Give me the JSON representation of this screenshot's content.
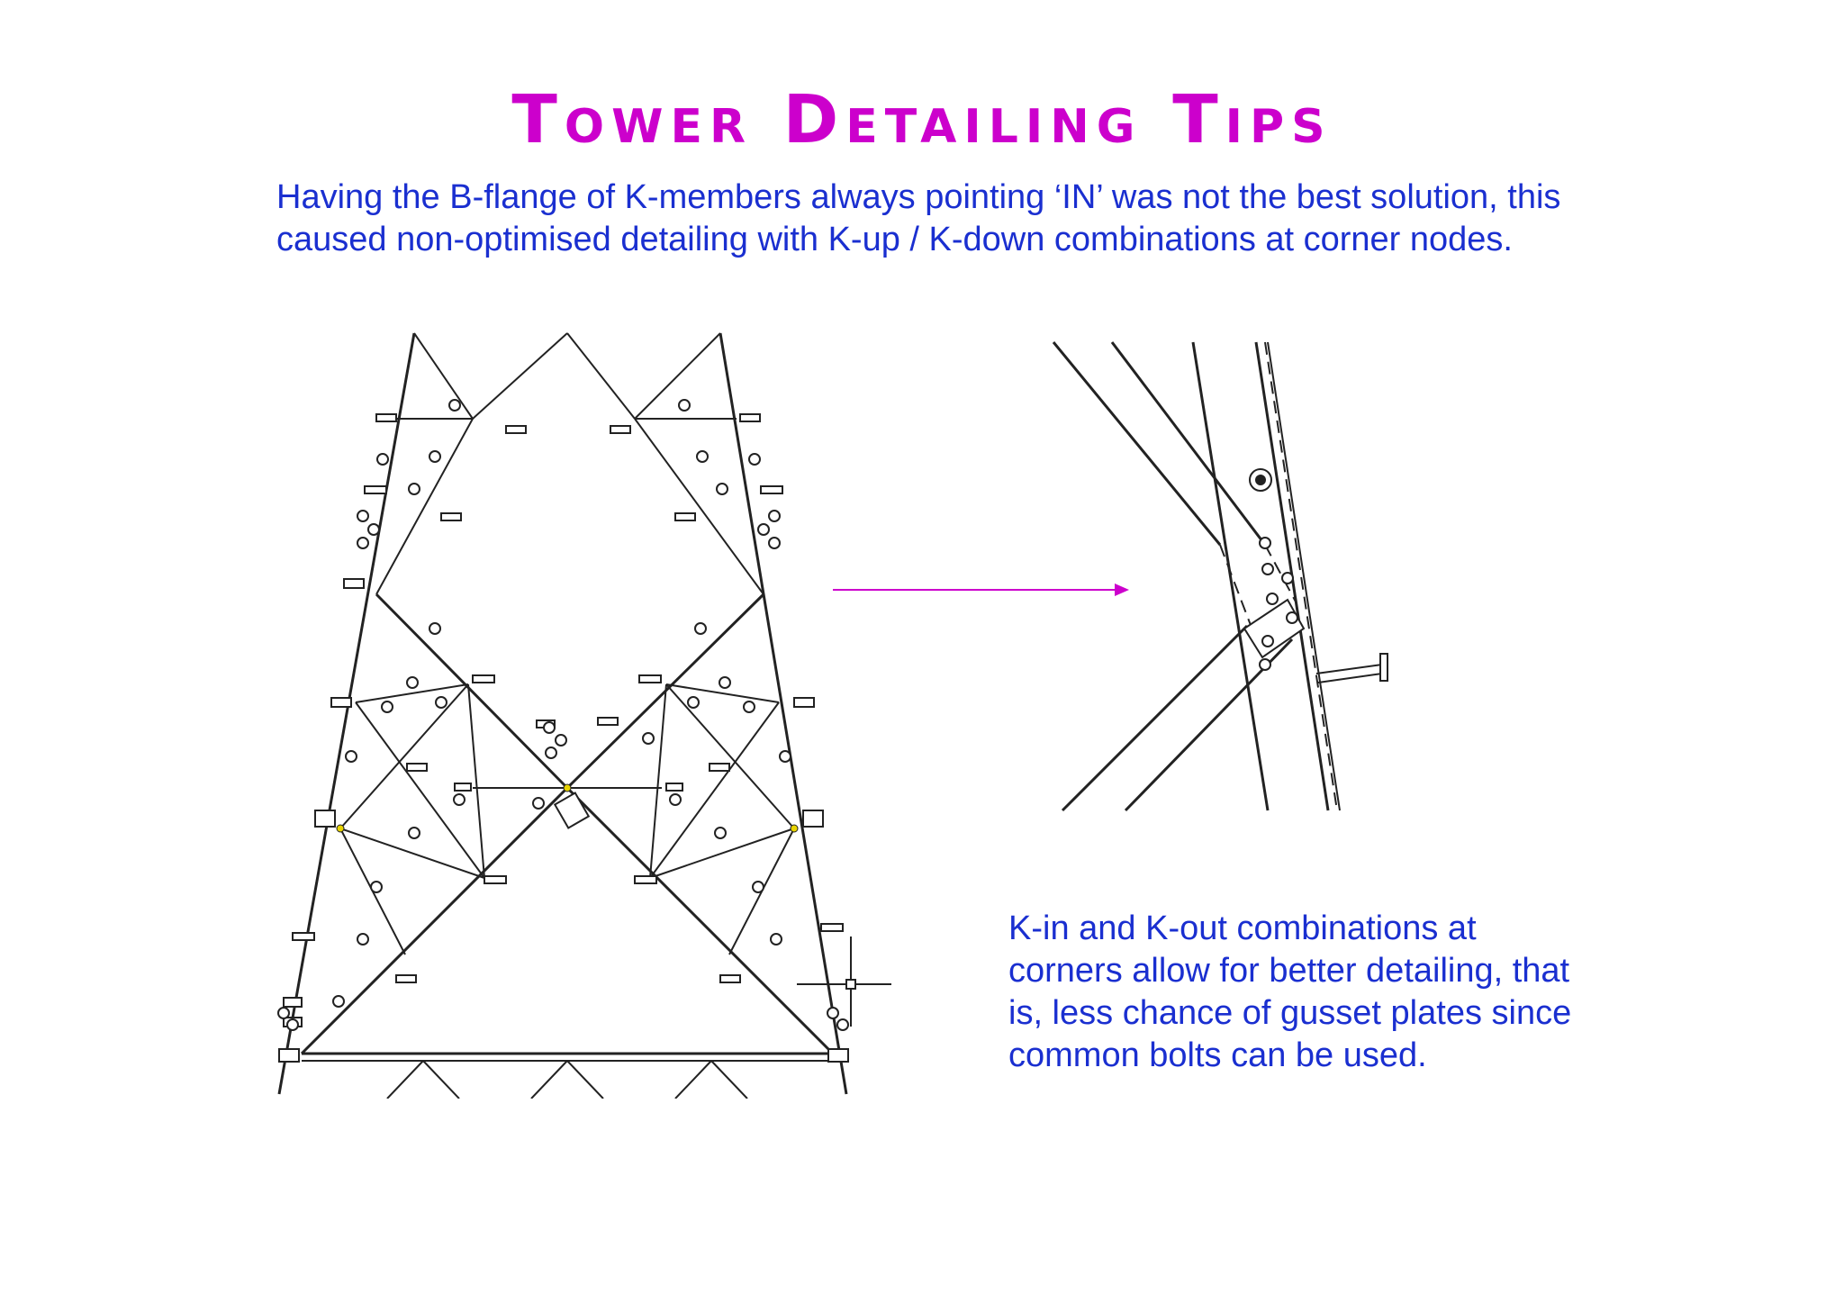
{
  "slide": {
    "title": "Tower Detailing Tips",
    "intro": "Having the B-flange of K-members always pointing ‘IN’ was not the best solution, this caused non-optimised detailing with K-up / K-down combinations at corner nodes.",
    "note": "K-in and K-out combinations at corners allow for better detailing, that is, less chance of gusset plates since common bolts can be used."
  },
  "colors": {
    "title": "#cc00cc",
    "body_text": "#1a2fd0",
    "arrow": "#cc00cc",
    "drawing_lines": "#222222"
  },
  "figures": {
    "tower_drawing": "tower-k-bracing-drawing",
    "node_detail": "corner-node-bolted-detail",
    "arrow": "arrow-right-icon"
  }
}
